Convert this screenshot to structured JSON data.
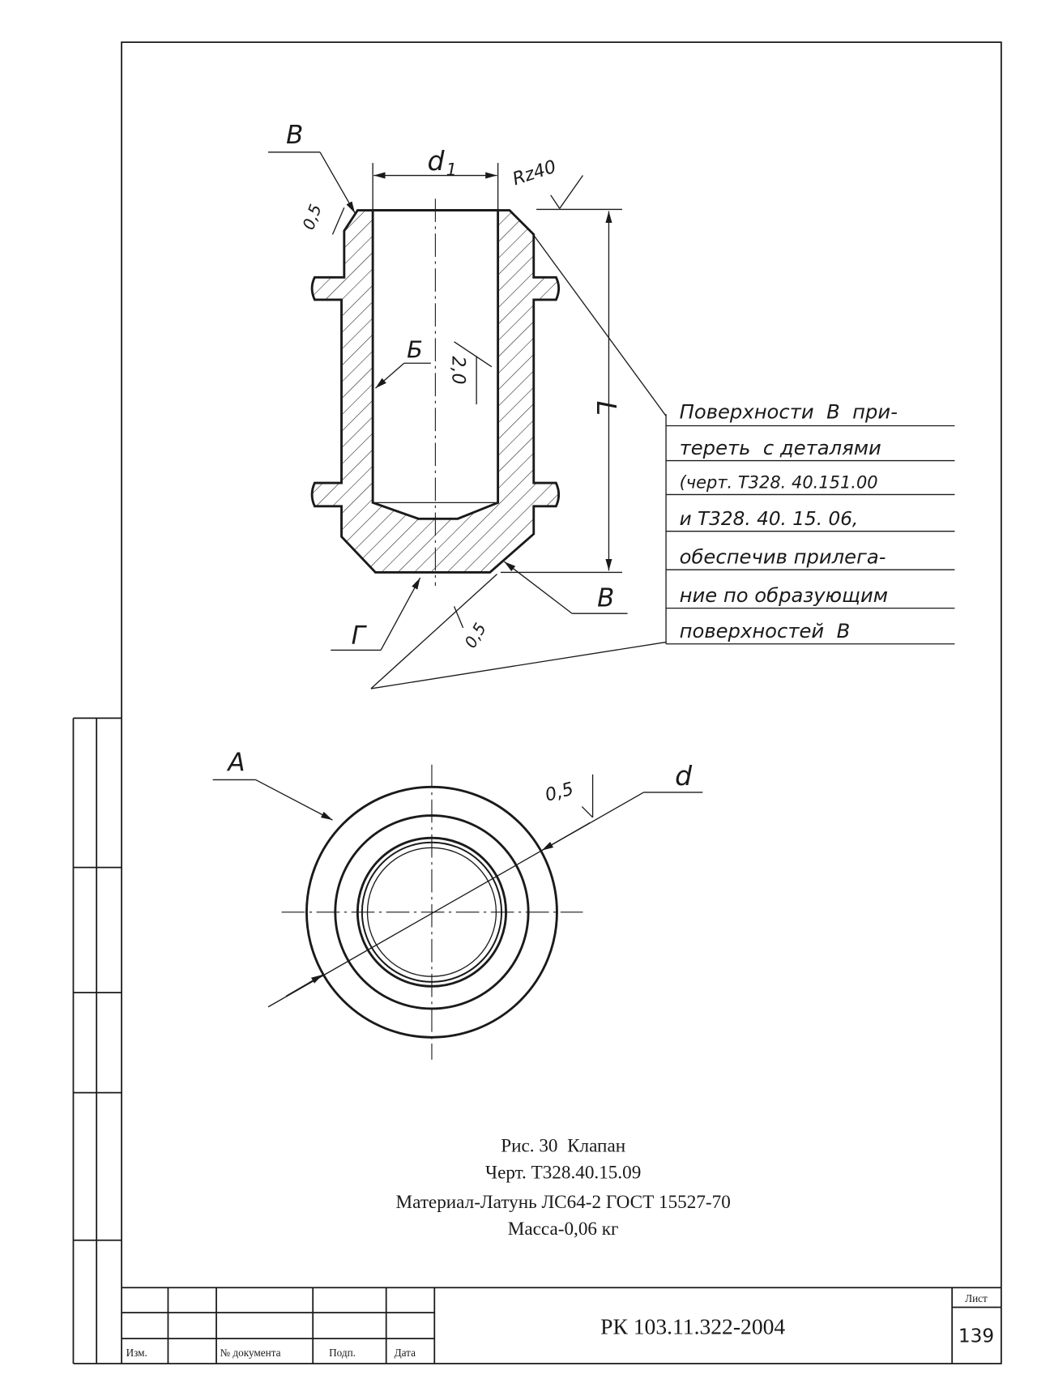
{
  "section_view": {
    "dim_d1_letter": "d",
    "dim_d1_index": "1",
    "dim_L": "L",
    "label_v_top": "В",
    "label_b": "Б",
    "label_v_bottom": "В",
    "label_g": "Г",
    "roughness_chamfer_top": "0,5",
    "roughness_face_top": "Rz40",
    "roughness_bore": "2,0",
    "roughness_chamfer_bottom": "0,5"
  },
  "technical_note": {
    "lines": [
      "Поверхности  В  при-",
      "тереть  с деталями",
      "(черт. Т328. 40.151.00",
      "и Т328. 40. 15. 06,",
      "обеспечив прилега-",
      "ние по образующим",
      "поверхностей  В"
    ]
  },
  "plan_view": {
    "label_a": "А",
    "dim_d": "d",
    "roughness": "0,5"
  },
  "caption": {
    "figure": "Рис. 30  Клапан",
    "drawing_number": "Черт. Т328.40.15.09",
    "material": "Материал-Латунь ЛС64-2 ГОСТ 15527-70",
    "mass": "Масса-0,06 кг"
  },
  "title_block": {
    "col_change": "Изм.",
    "col_document": "№ документа",
    "col_signature": "Подп.",
    "col_date": "Дата",
    "designation": "РК 103.11.322-2004",
    "sheet_label": "Лист",
    "sheet_number": "139"
  },
  "colors": {
    "ink": "#1a1a1a",
    "paper": "#ffffff"
  }
}
